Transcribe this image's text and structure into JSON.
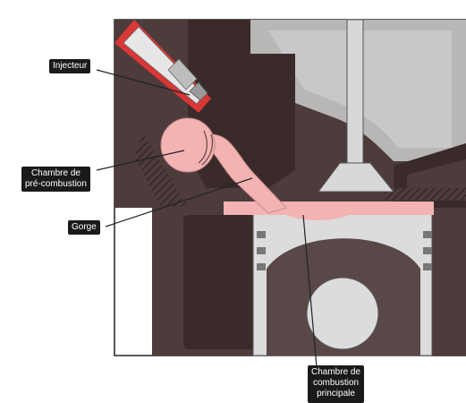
{
  "labels": {
    "injector": "Injecteur",
    "prechamber_line1": "Chambre de",
    "prechamber_line2": "pré-combustion",
    "throat": "Gorge",
    "main_chamber_line1": "Chambre de",
    "main_chamber_line2": "combustion",
    "main_chamber_line3": "principale"
  },
  "colors": {
    "engine_block": "#4e3c3c",
    "block_dark": "#3a2a2a",
    "hatch": "#2a1d1d",
    "piston": "#dcdcdc",
    "piston_mid": "#5a4848",
    "valve": "#d8d8d8",
    "combustion_gas": "#f3b3b3",
    "injector_red": "#d93636",
    "callout_bg": "#1a1a1a",
    "callout_text": "#ffffff",
    "leader_line": "#222222"
  }
}
